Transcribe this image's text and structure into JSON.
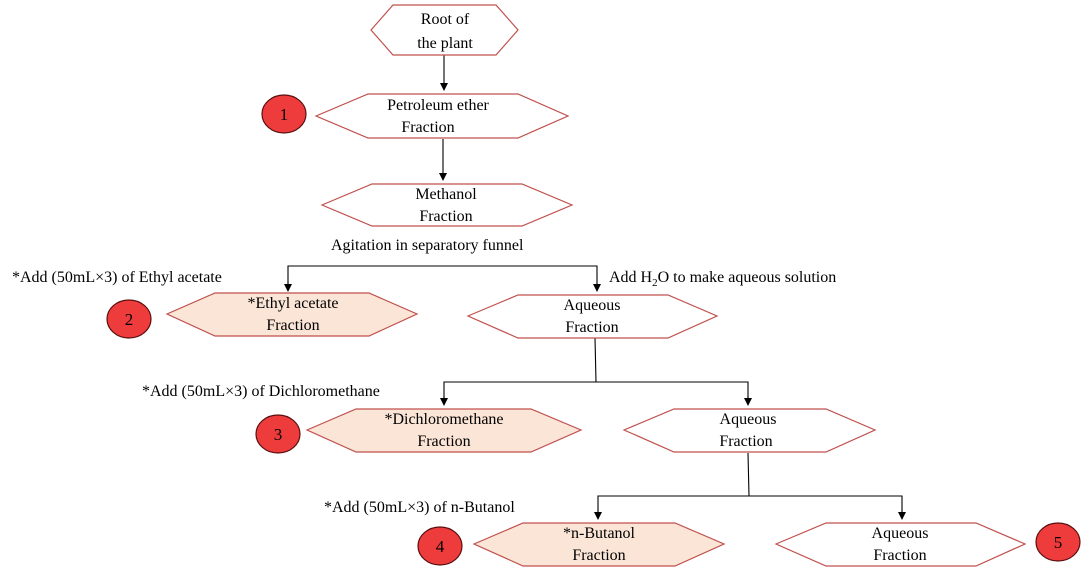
{
  "nodes": {
    "root": {
      "line1": "Root of",
      "line2": "the plant"
    },
    "petroleum": {
      "line1": "Petroleum  ether",
      "line2": "Fraction"
    },
    "methanol": {
      "line1": "Methanol",
      "line2": "Fraction"
    },
    "ethyl": {
      "line1": "*Ethyl  acetate",
      "line2": "Fraction"
    },
    "aqueous1": {
      "line1": "Aqueous",
      "line2": "Fraction"
    },
    "dcm": {
      "line1": "*Dichloromethane",
      "line2": "Fraction"
    },
    "aqueous2": {
      "line1": "Aqueous",
      "line2": "Fraction"
    },
    "butanol": {
      "line1": "*n-Butanol",
      "line2": "Fraction"
    },
    "aqueous3": {
      "line1": "Aqueous",
      "line2": "Fraction"
    }
  },
  "annotations": {
    "agitation": "Agitation  in  separatory funnel",
    "add_ethyl": "*Add (50mL×3)  of Ethyl  acetate",
    "add_water_pre": "Add H",
    "add_water_sub": "2",
    "add_water_post": "O  to make aqueous solution",
    "add_dcm": "*Add (50mL×3)  of Dichloromethane",
    "add_butanol": "*Add (50mL×3)  of n-Butanol"
  },
  "badges": [
    "1",
    "2",
    "3",
    "4",
    "5"
  ],
  "colors": {
    "hex_outline": "#c0504d",
    "hex_fill_plain": "#ffffff",
    "hex_fill_highlight": "#fbe5d6",
    "badge_fill": "#ee3b3b",
    "badge_stroke": "#5a1010"
  }
}
